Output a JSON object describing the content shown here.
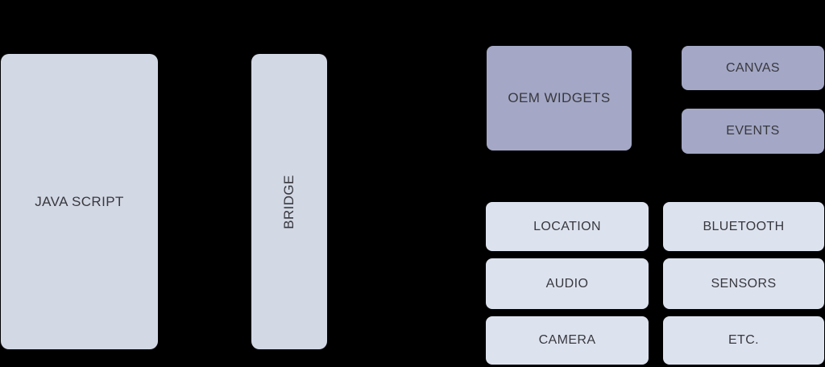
{
  "colors": {
    "background": "#000000",
    "panel_light": "#d2d8e4",
    "panel_purple": "#a4a8c6",
    "panel_pale": "#dde3ee",
    "text": "#38383e"
  },
  "javascript_box": {
    "label": "JAVA SCRIPT"
  },
  "bridge_box": {
    "label": "BRIDGE"
  },
  "widgets_group": {
    "oem_box": {
      "label": "OEM WIDGETS"
    },
    "canvas_box": {
      "label": "CANVAS"
    },
    "events_box": {
      "label": "EVENTS"
    }
  },
  "native_api_group": {
    "location_box": {
      "label": "LOCATION"
    },
    "audio_box": {
      "label": "AUDIO"
    },
    "camera_box": {
      "label": "CAMERA"
    },
    "bluetooth_box": {
      "label": "BLUETOOTH"
    },
    "sensors_box": {
      "label": "SENSORS"
    },
    "etc_box": {
      "label": "ETC."
    }
  }
}
